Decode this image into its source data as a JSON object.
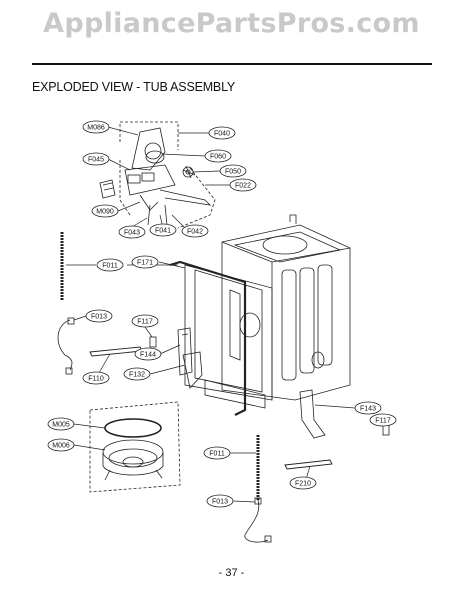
{
  "header": {
    "watermark": "AppliancePartsPros.com",
    "title": "EXPLODED VIEW - TUB ASSEMBLY"
  },
  "parts": {
    "m086": "M086",
    "f040": "F040",
    "f045": "F045",
    "f060": "F060",
    "f050": "F050",
    "f022": "F022",
    "m090": "M090",
    "f043": "F043",
    "f041": "F041",
    "f042": "F042",
    "f011_left": "F011",
    "f171": "F171",
    "f013_left": "F013",
    "f117_left": "F117",
    "f144": "F144",
    "f110": "F110",
    "f132": "F132",
    "m005": "M005",
    "m006": "M006",
    "f143": "F143",
    "f117_right": "F117",
    "f011_right": "F011",
    "f210": "F210",
    "f013_right": "F013"
  },
  "footer": {
    "page_number": "- 37 -"
  }
}
